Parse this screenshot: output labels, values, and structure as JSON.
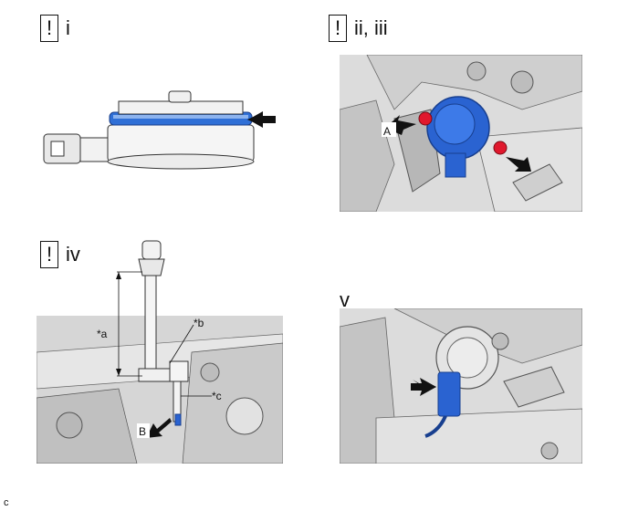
{
  "steps": {
    "i": {
      "label": "i",
      "warning_glyph": "!"
    },
    "ii": {
      "label": "ii, iii",
      "warning_glyph": "!"
    },
    "iv": {
      "label": "iv",
      "warning_glyph": "!"
    },
    "v": {
      "label": "v"
    }
  },
  "callouts": {
    "A": "A",
    "B": "B",
    "a": "*a",
    "b": "*b",
    "c": "*c"
  },
  "figure_code": "c",
  "colors": {
    "o_ring_blue": "#2f6fd6",
    "sensor_blue": "#2a63d1",
    "bolt_red": "#e0182d",
    "arrow_black": "#111111",
    "engine_grey": "#d4d4d4"
  }
}
